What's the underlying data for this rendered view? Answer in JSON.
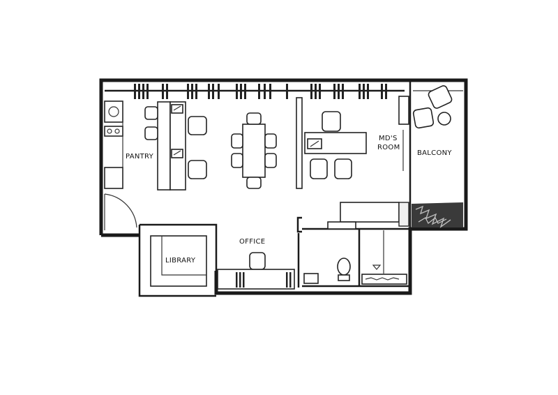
{
  "rooms": {
    "pantry": "PANTRY",
    "md_room_line1": "MD'S",
    "md_room_line2": "ROOM",
    "balcony": "BALCONY",
    "office": "OFFICE",
    "library": "LIBRARY"
  },
  "colors": {
    "wall": "#1a1a1a",
    "background": "#ffffff",
    "planter": "#3a3a3a"
  }
}
